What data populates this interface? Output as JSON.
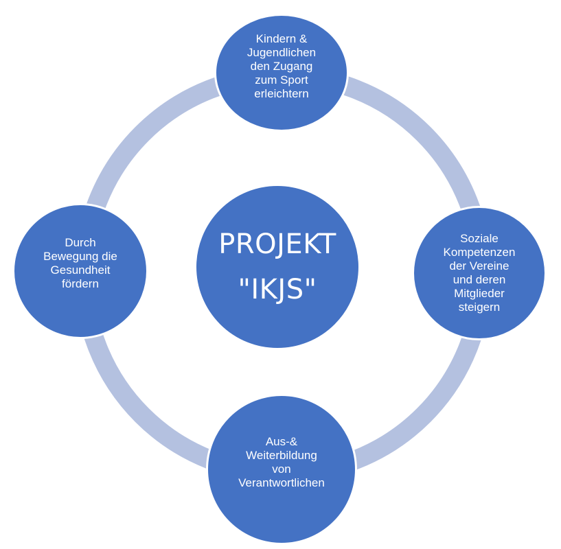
{
  "colors": {
    "node_fill": "#4472c4",
    "ring": "#b4c1e0",
    "text": "#ffffff"
  },
  "center": {
    "label": "PROJEKT\n\"IKJS\""
  },
  "goals": [
    {
      "label": "Kindern &\nJugendlichen\nden Zugang\nzum Sport\nerleichtern"
    },
    {
      "label": "Soziale\nKompetenzen\nder Vereine\nund deren\nMitglieder\nsteigern"
    },
    {
      "label": "Aus-&\nWeiterbildung\nvon\nVerantwortlichen"
    },
    {
      "label": "Durch\nBewegung die\nGesundheit\nfördern"
    }
  ]
}
